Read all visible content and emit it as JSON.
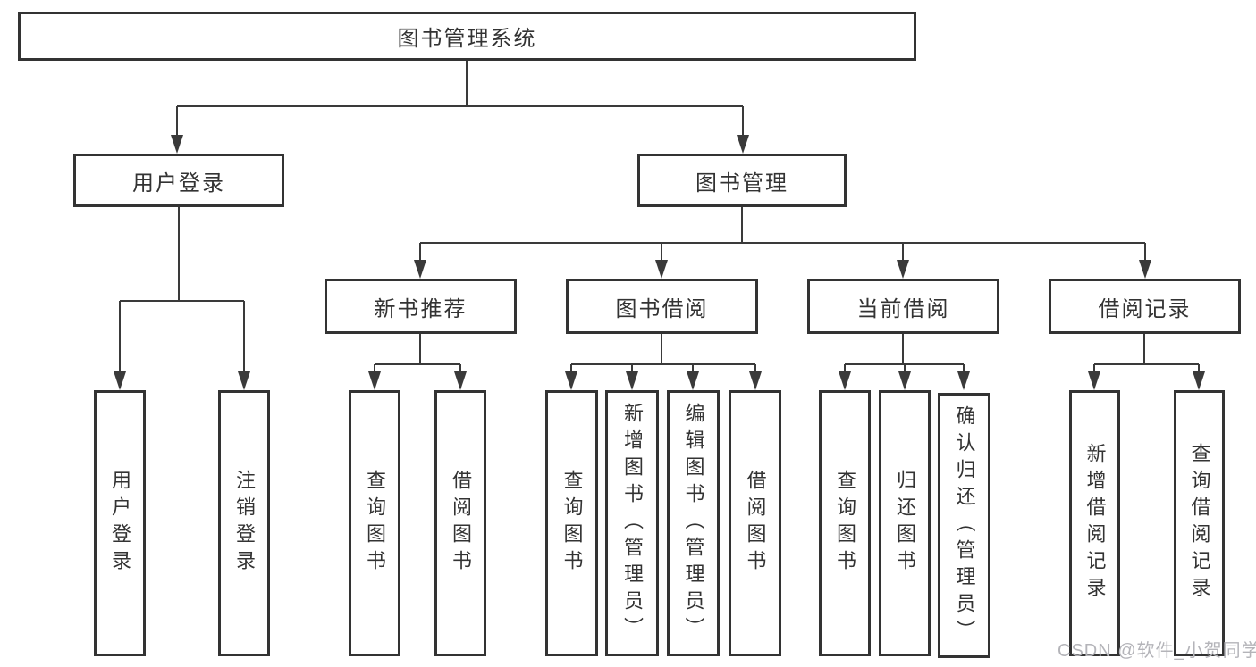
{
  "diagram_title": "图书管理系统",
  "tree": {
    "root": "图书管理系统",
    "children": [
      {
        "label": "用户登录",
        "children": [
          {
            "label": "用户登录"
          },
          {
            "label": "注销登录"
          }
        ]
      },
      {
        "label": "图书管理",
        "children": [
          {
            "label": "新书推荐",
            "children": [
              {
                "label": "查询图书"
              },
              {
                "label": "借阅图书"
              }
            ]
          },
          {
            "label": "图书借阅",
            "children": [
              {
                "label": "查询图书"
              },
              {
                "label": "新增图书（管理员）"
              },
              {
                "label": "编辑图书（管理员）"
              },
              {
                "label": "借阅图书"
              }
            ]
          },
          {
            "label": "当前借阅",
            "children": [
              {
                "label": "查询图书"
              },
              {
                "label": "归还图书"
              },
              {
                "label": "确认归还（管理员）"
              }
            ]
          },
          {
            "label": "借阅记录",
            "children": [
              {
                "label": "新增借阅记录"
              },
              {
                "label": "查询借阅记录"
              }
            ]
          }
        ]
      }
    ]
  },
  "watermark": "CSDN @软件_小贺同学",
  "colors": {
    "line": "#3a3a3a",
    "box_border": "#333333",
    "text": "#333333",
    "watermark": "#b4b4b9",
    "background": "#ffffff"
  }
}
